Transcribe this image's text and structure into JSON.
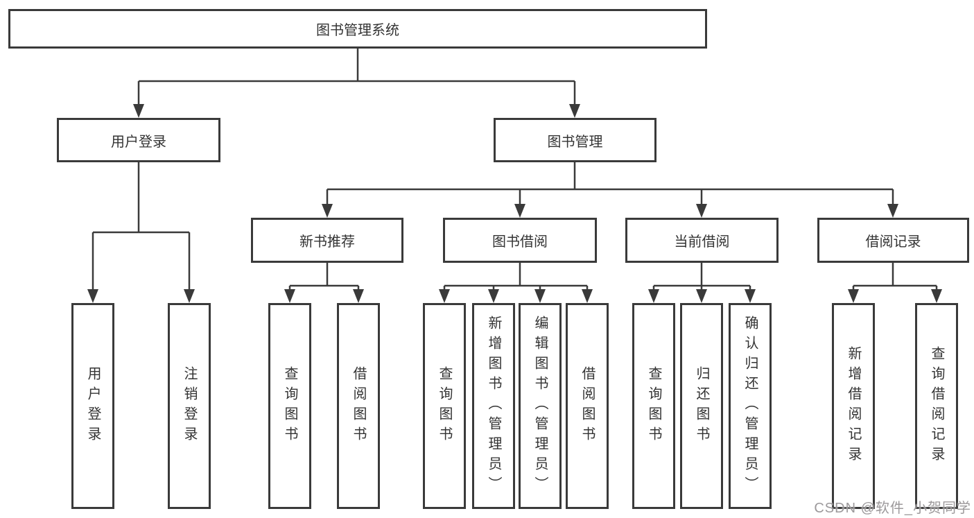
{
  "tree": {
    "root": {
      "label": "图书管理系统"
    },
    "branches": [
      {
        "label": "用户登录",
        "children": [
          {
            "label": "用户登录"
          },
          {
            "label": "注销登录"
          }
        ]
      },
      {
        "label": "图书管理",
        "children": [
          {
            "label": "新书推荐",
            "children": [
              {
                "label": "查询图书"
              },
              {
                "label": "借阅图书"
              }
            ]
          },
          {
            "label": "图书借阅",
            "children": [
              {
                "label": "查询图书"
              },
              {
                "label": "新增图书（管理员）"
              },
              {
                "label": "编辑图书（管理员）"
              },
              {
                "label": "借阅图书"
              }
            ]
          },
          {
            "label": "当前借阅",
            "children": [
              {
                "label": "查询图书"
              },
              {
                "label": "归还图书"
              },
              {
                "label": "确认归还（管理员）"
              }
            ]
          },
          {
            "label": "借阅记录",
            "children": [
              {
                "label": "新增借阅记录"
              },
              {
                "label": "查询借阅记录"
              }
            ]
          }
        ]
      }
    ]
  },
  "watermark": {
    "text": "CSDN @软件_小贺同学"
  },
  "colors": {
    "line": "#3a3a3a",
    "text": "#333333",
    "background": "#ffffff",
    "watermark": "#949092"
  }
}
